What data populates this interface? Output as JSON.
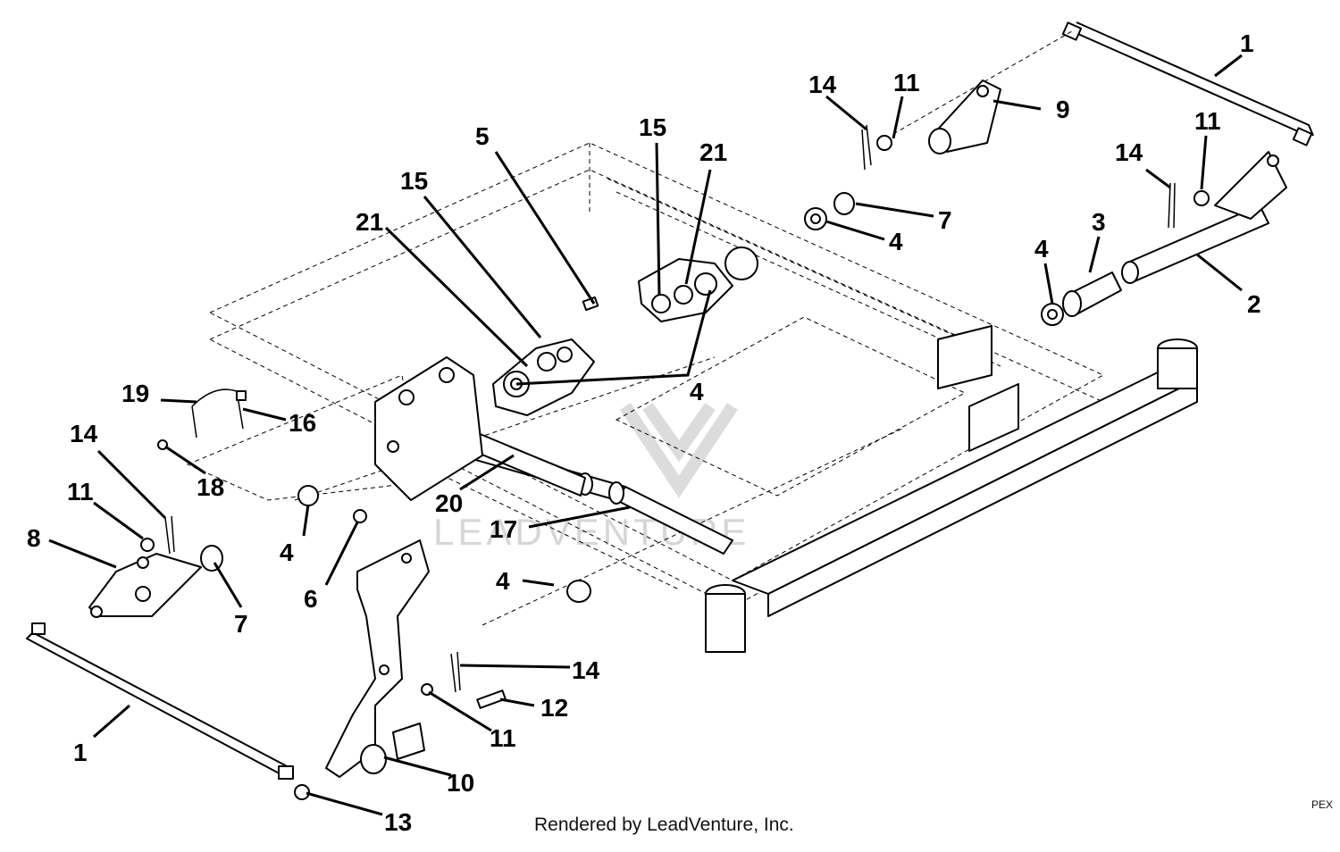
{
  "callouts": [
    {
      "id": "c1",
      "label": "1"
    },
    {
      "id": "c2",
      "label": "1"
    },
    {
      "id": "c3",
      "label": "2"
    },
    {
      "id": "c4",
      "label": "3"
    },
    {
      "id": "c5",
      "label": "4"
    },
    {
      "id": "c6",
      "label": "4"
    },
    {
      "id": "c7",
      "label": "4"
    },
    {
      "id": "c8",
      "label": "4"
    },
    {
      "id": "c9",
      "label": "4"
    },
    {
      "id": "c10",
      "label": "5"
    },
    {
      "id": "c11",
      "label": "6"
    },
    {
      "id": "c12",
      "label": "7"
    },
    {
      "id": "c13",
      "label": "7"
    },
    {
      "id": "c14",
      "label": "8"
    },
    {
      "id": "c15",
      "label": "9"
    },
    {
      "id": "c16",
      "label": "10"
    },
    {
      "id": "c17",
      "label": "11"
    },
    {
      "id": "c18",
      "label": "11"
    },
    {
      "id": "c19",
      "label": "11"
    },
    {
      "id": "c20",
      "label": "11"
    },
    {
      "id": "c21",
      "label": "12"
    },
    {
      "id": "c22",
      "label": "13"
    },
    {
      "id": "c23",
      "label": "14"
    },
    {
      "id": "c24",
      "label": "14"
    },
    {
      "id": "c25",
      "label": "14"
    },
    {
      "id": "c26",
      "label": "14"
    },
    {
      "id": "c27",
      "label": "15"
    },
    {
      "id": "c28",
      "label": "15"
    },
    {
      "id": "c29",
      "label": "16"
    },
    {
      "id": "c30",
      "label": "17"
    },
    {
      "id": "c31",
      "label": "18"
    },
    {
      "id": "c32",
      "label": "19"
    },
    {
      "id": "c33",
      "label": "20"
    },
    {
      "id": "c34",
      "label": "21"
    },
    {
      "id": "c35",
      "label": "21"
    }
  ],
  "watermark": "LEADVENTURE",
  "credit": "Rendered by LeadVenture, Inc.",
  "figure_code": "PEX",
  "colors": {
    "line": "#000000",
    "watermark": "#d6d6d6",
    "background": "#ffffff"
  }
}
